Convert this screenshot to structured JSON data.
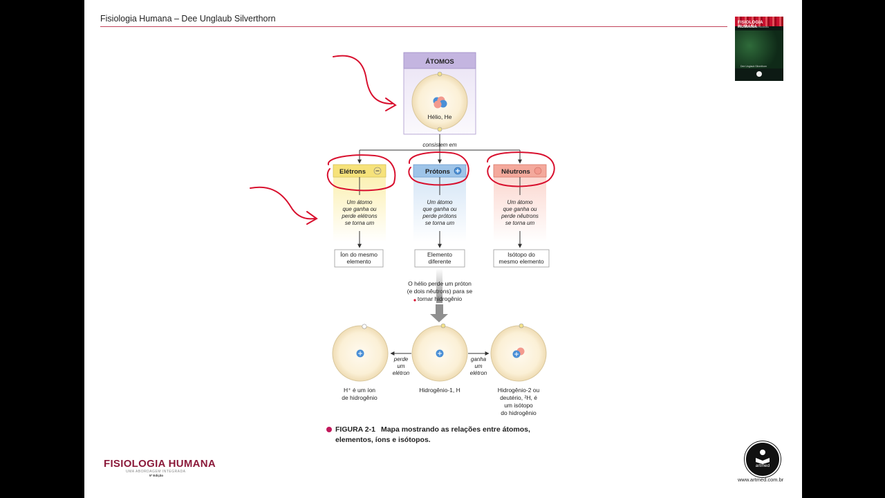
{
  "header": {
    "title": "Fisiologia Humana – Dee Unglaub Silverthorn"
  },
  "book_cover": {
    "title": "FISIOLOGIA HUMANA",
    "subtitle": "UMA ABORDAGEM INTEGRADA",
    "author": "Dee Unglaub Silverthorn"
  },
  "figure": {
    "top_box": {
      "title": "ÁTOMOS",
      "atom_label": "Hélio, He"
    },
    "connector_label": "consistem em",
    "particles": [
      {
        "name": "Elétrons",
        "sign": "−",
        "text": [
          "Um átomo",
          "que ganha ou",
          "perde elétrons",
          "se torna um"
        ],
        "result": [
          "Íon do mesmo",
          "elemento"
        ]
      },
      {
        "name": "Prótons",
        "sign": "+",
        "text": [
          "Um átomo",
          "que ganha ou",
          "perde prótons",
          "se torna um"
        ],
        "result": [
          "Elemento",
          "diferente"
        ]
      },
      {
        "name": "Nêutrons",
        "sign": "",
        "text": [
          "Um átomo",
          "que ganha ou",
          "perde nêutrons",
          "se torna um"
        ],
        "result": [
          "Isótopo do",
          "mesmo elemento"
        ]
      }
    ],
    "helium_note": [
      "O hélio perde um próton",
      "(e dois nêutrons) para se",
      "tornar hidrogênio"
    ],
    "left_arrow_label": [
      "perde",
      "um",
      "elétron"
    ],
    "right_arrow_label": [
      "ganha",
      "um",
      "elétron"
    ],
    "bottom_atoms": [
      {
        "label": [
          "H⁺ é um íon",
          "de hidrogênio"
        ]
      },
      {
        "label": [
          "Hidrogênio-1, H"
        ]
      },
      {
        "label": [
          "Hidrogênio-2 ou",
          "deutério, ²H, é",
          "um isótopo",
          "do hidrogênio"
        ]
      }
    ]
  },
  "caption": {
    "id": "FIGURA 2-1",
    "text": "Mapa mostrando as relações entre átomos, elementos, íons e isótopos."
  },
  "footer": {
    "brand": "FISIOLOGIA HUMANA",
    "brand_sub": "UMA ABORDAGEM INTEGRADA",
    "edition": "5ª Edição",
    "logo_text": "artmed",
    "url": "www.artmed.com.br"
  },
  "colors": {
    "electron": "#f6e27a",
    "proton": "#9ec4e8",
    "neutron": "#f4a99c",
    "atoms_header": "#c4b5e0",
    "annotation": "#d8102e",
    "accent_rule": "#c0435a"
  }
}
